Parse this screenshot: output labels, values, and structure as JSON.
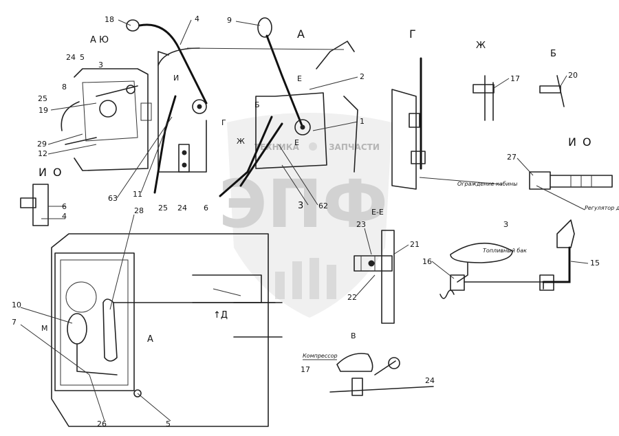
{
  "watermark": {
    "brand": "ЭПФ",
    "text_left": "ТЕХНИКА",
    "text_right": "ЗАПЧАСТИ"
  },
  "views": {
    "AYu": "А Ю",
    "A": "А",
    "G": "Г",
    "Zh": "Ж",
    "B": "Б",
    "IO_left": "И О",
    "IO_right": "И О",
    "EE": "Е-Е",
    "Z": "З",
    "V": "В",
    "A_bottom": "А",
    "D_bottom": "↑Д",
    "M": "М"
  },
  "callouts": {
    "n18": "18",
    "n4": "4",
    "n9": "9",
    "n2": "2",
    "n1": "1",
    "n24a": "24",
    "n5": "5",
    "n3a": "3",
    "n8": "8",
    "n25a": "25",
    "n19": "19",
    "n29": "29",
    "n12": "12",
    "n6a": "6",
    "n4b": "4",
    "n63": "63",
    "n11": "11",
    "n25b": "25",
    "n24b": "24",
    "n6b": "6",
    "n3b": "3",
    "n62": "62",
    "n17a": "17",
    "n20": "20",
    "n27": "27",
    "n23": "23",
    "n21": "21",
    "n22": "22",
    "n16": "16",
    "n15": "15",
    "n17b": "17",
    "n24c": "24",
    "n28": "28",
    "n10": "10",
    "n7": "7",
    "n26": "26",
    "n5b": "5",
    "nI": "И",
    "nE": "Е",
    "nB": "Б",
    "nG": "Г",
    "nZh": "Ж",
    "nE2": "Е"
  },
  "notes": {
    "fuel_tank": "Топливный бак",
    "compressor": "Компрессор",
    "guard": "Ограждение кабины",
    "regulator": "Регулятор двигателя"
  }
}
